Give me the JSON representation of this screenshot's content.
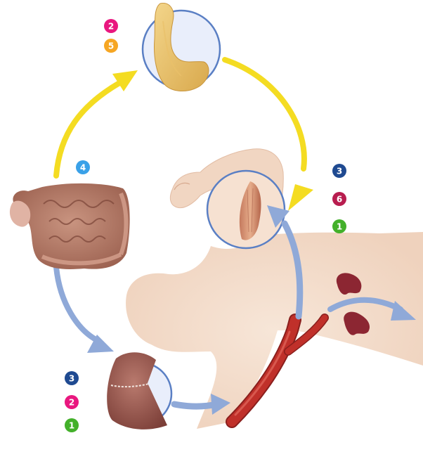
{
  "colors": {
    "pink": "#e9177f",
    "orange": "#f6a623",
    "blue_light": "#3aa1e8",
    "navy": "#1f4a91",
    "green": "#43b02a",
    "crimson": "#b81d4f",
    "yellow_arrow": "#f4dc22",
    "blue_arrow": "#8fa9d8",
    "circle_stroke": "#5a7fc4",
    "skin": "#f3dccb",
    "artery": "#c0302a"
  },
  "organs": {
    "pancreas": {
      "icon": "pancreas-icon",
      "badges": [
        "5",
        "2"
      ]
    },
    "intestine": {
      "icon": "intestine-icon",
      "badges": [
        "4"
      ]
    },
    "muscle": {
      "icon": "arm-muscle-icon",
      "badges": [
        "3",
        "6",
        "1"
      ]
    },
    "liver": {
      "icon": "liver-icon",
      "badges": [
        "3",
        "2",
        "1"
      ]
    },
    "kidneys": {
      "icon": "kidney-icon",
      "badges": []
    }
  }
}
